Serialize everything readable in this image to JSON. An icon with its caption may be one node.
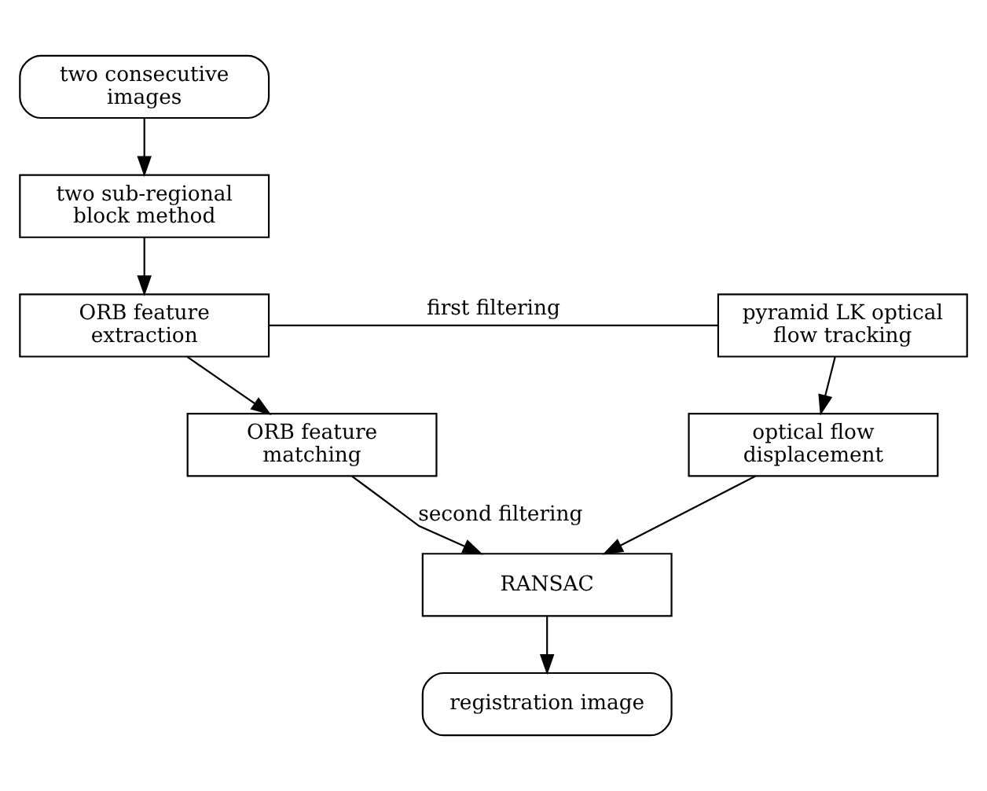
{
  "diagram": {
    "nodes": [
      {
        "text": [
          "two consecutive images"
        ]
      },
      {
        "text": [
          "two sub-regional block method"
        ]
      },
      {
        "text": [
          "ORB feature extraction"
        ]
      },
      {
        "text": [
          "ORB feature matching"
        ]
      },
      {
        "text": [
          "RANSAC"
        ]
      },
      {
        "text": [
          "registration image"
        ]
      },
      {
        "text": [
          "pyramid LK optical flow tracking"
        ]
      },
      {
        "text": [
          "optical flow displacement"
        ]
      }
    ],
    "edges": [
      {
        "from": 0,
        "to": 1,
        "arrow": "to"
      },
      {
        "from": 1,
        "to": 2,
        "arrow": "to"
      },
      {
        "from": 2,
        "to": 3,
        "arrow": "to"
      },
      {
        "from": 3,
        "to": 4,
        "arrow": "to",
        "label": "second filtering"
      },
      {
        "from": 4,
        "to": 5,
        "arrow": "to"
      },
      {
        "from": 2,
        "to": 6,
        "arrow": "none",
        "label": "first filtering"
      },
      {
        "from": 6,
        "to": 7,
        "arrow": "to"
      },
      {
        "from": 7,
        "to": 4,
        "arrow": "to"
      }
    ]
  }
}
